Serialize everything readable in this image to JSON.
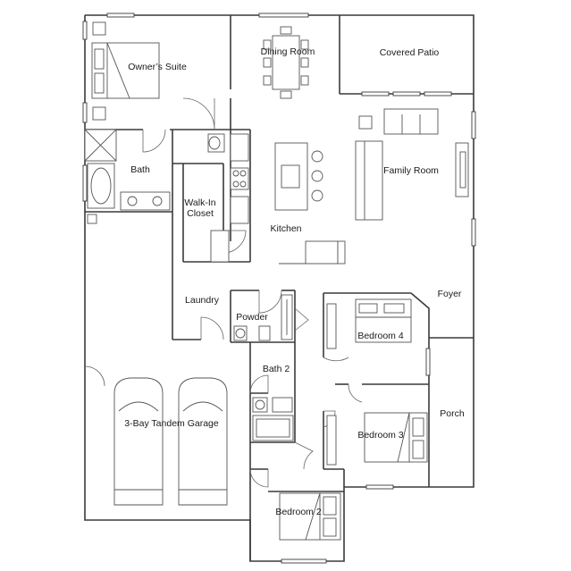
{
  "floor_plan": {
    "rooms": {
      "owners_suite": "Owner’s Suite",
      "dining_room": "Dining Room",
      "covered_patio": "Covered Patio",
      "bath": "Bath",
      "family_room": "Family Room",
      "walk_in_closet_line1": "Walk-In",
      "walk_in_closet_line2": "Closet",
      "kitchen": "Kitchen",
      "foyer": "Foyer",
      "laundry": "Laundry",
      "powder": "Powder",
      "bedroom_4": "Bedroom 4",
      "bath_2": "Bath 2",
      "porch": "Porch",
      "garage": "3-Bay Tandem Garage",
      "bedroom_3": "Bedroom 3",
      "bedroom_2": "Bedroom 2"
    }
  }
}
